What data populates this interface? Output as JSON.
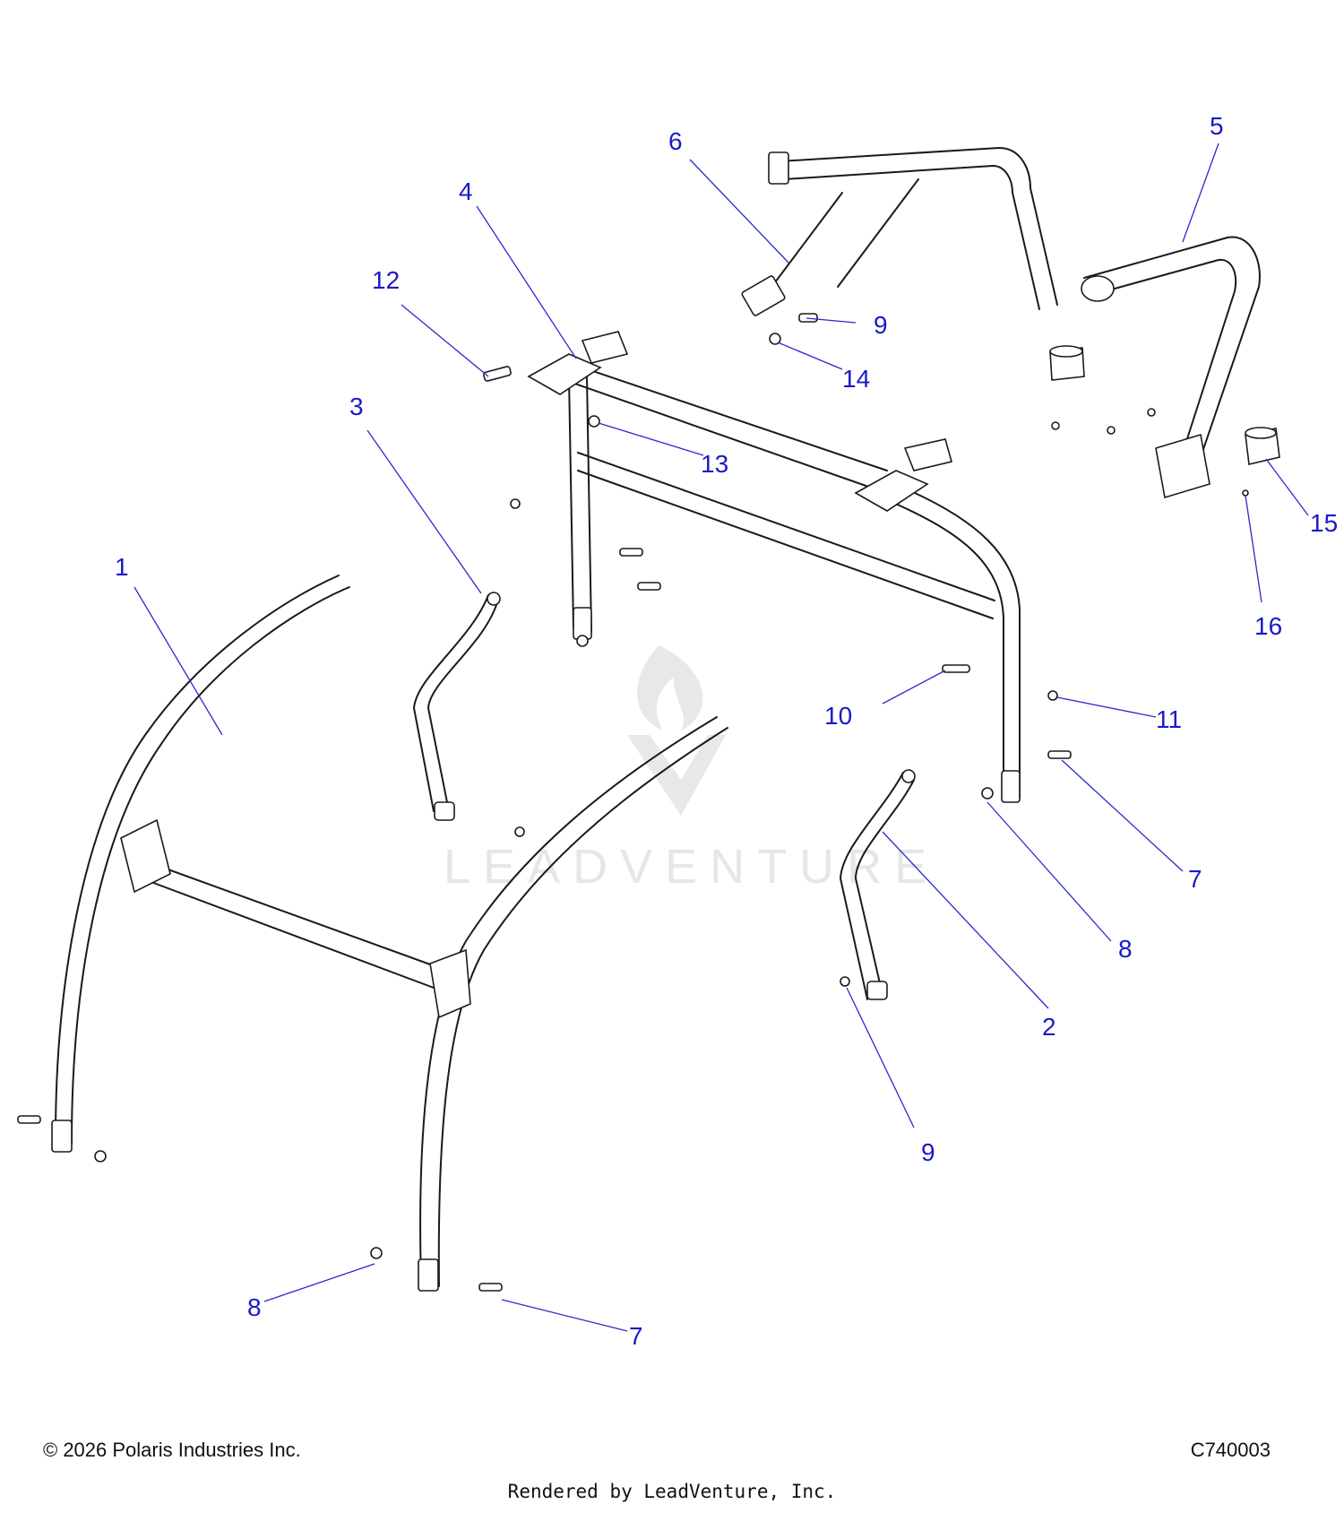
{
  "footer": {
    "copyright": "© 2026 Polaris Industries Inc.",
    "diagram_code": "C740003",
    "rendered_by": "Rendered by LeadVenture, Inc."
  },
  "watermark": {
    "text": "LEADVENTURE"
  },
  "callouts": {
    "c1": "1",
    "c2": "2",
    "c3": "3",
    "c4": "4",
    "c5": "5",
    "c6": "6",
    "c7a": "7",
    "c7b": "7",
    "c8a": "8",
    "c8b": "8",
    "c9a": "9",
    "c9b": "9",
    "c10": "10",
    "c11": "11",
    "c12": "12",
    "c13": "13",
    "c14": "14",
    "c15": "15",
    "c16": "16"
  },
  "colors": {
    "callout": "#1a1ac8",
    "line": "#1a1a1a",
    "watermark": "#e4e4e4"
  }
}
